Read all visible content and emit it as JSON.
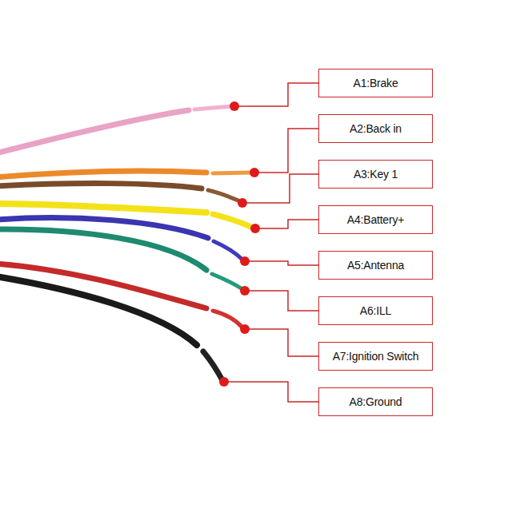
{
  "diagram": {
    "nodes": [
      {
        "text": [
          "A1:Brake"
        ]
      },
      {
        "text": [
          "A2:Back in"
        ]
      },
      {
        "text": [
          "A3:Key 1"
        ]
      },
      {
        "text": [
          "A4:Battery+"
        ]
      },
      {
        "text": [
          "A5:Antenna"
        ]
      },
      {
        "text": [
          "A6:ILL"
        ]
      },
      {
        "text": [
          "A7:Ignition Switch"
        ]
      },
      {
        "text": [
          "A8:Ground"
        ]
      }
    ]
  }
}
